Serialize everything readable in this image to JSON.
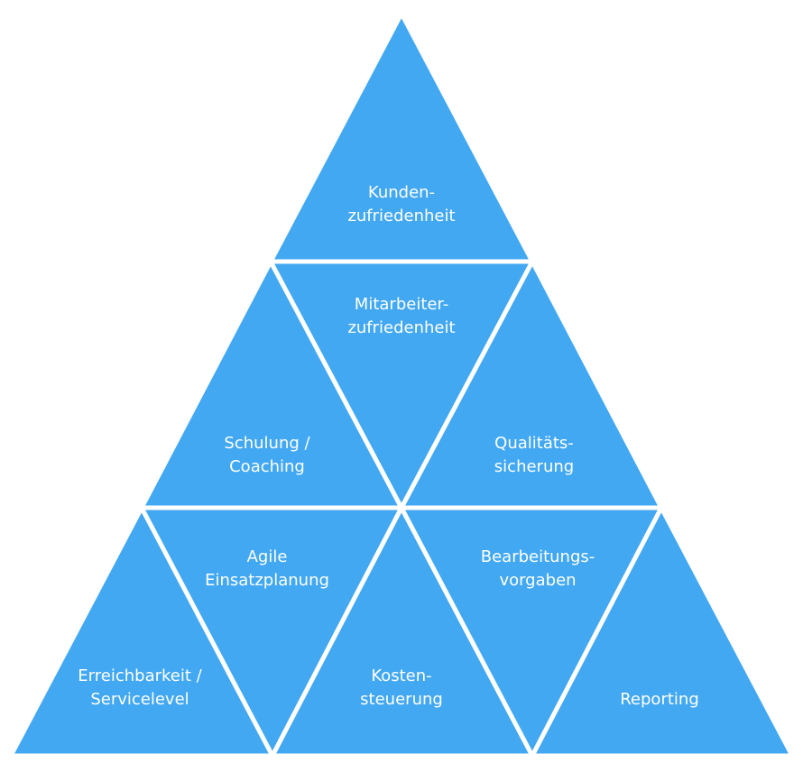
{
  "diagram": {
    "fill_color": "#42a8f2",
    "border_color": "#ffffff",
    "cells": [
      {
        "id": "kundenzufriedenheit",
        "lines": [
          "Kunden-",
          "zufriedenheit"
        ]
      },
      {
        "id": "schulung-coaching",
        "lines": [
          "Schulung /",
          "Coaching"
        ]
      },
      {
        "id": "mitarbeiterzufriedenheit",
        "lines": [
          "Mitarbeiter-",
          "zufriedenheit"
        ]
      },
      {
        "id": "qualitaetssicherung",
        "lines": [
          "Qualitäts-",
          "sicherung"
        ]
      },
      {
        "id": "erreichbarkeit",
        "lines": [
          "Erreichbarkeit /",
          "Servicelevel"
        ]
      },
      {
        "id": "agile-einsatzplanung",
        "lines": [
          "Agile",
          "Einsatzplanung"
        ]
      },
      {
        "id": "kostensteuerung",
        "lines": [
          "Kosten-",
          "steuerung"
        ]
      },
      {
        "id": "bearbeitungsvorgaben",
        "lines": [
          "Bearbeitungs-",
          "vorgaben"
        ]
      },
      {
        "id": "reporting",
        "lines": [
          "Reporting"
        ]
      }
    ]
  }
}
